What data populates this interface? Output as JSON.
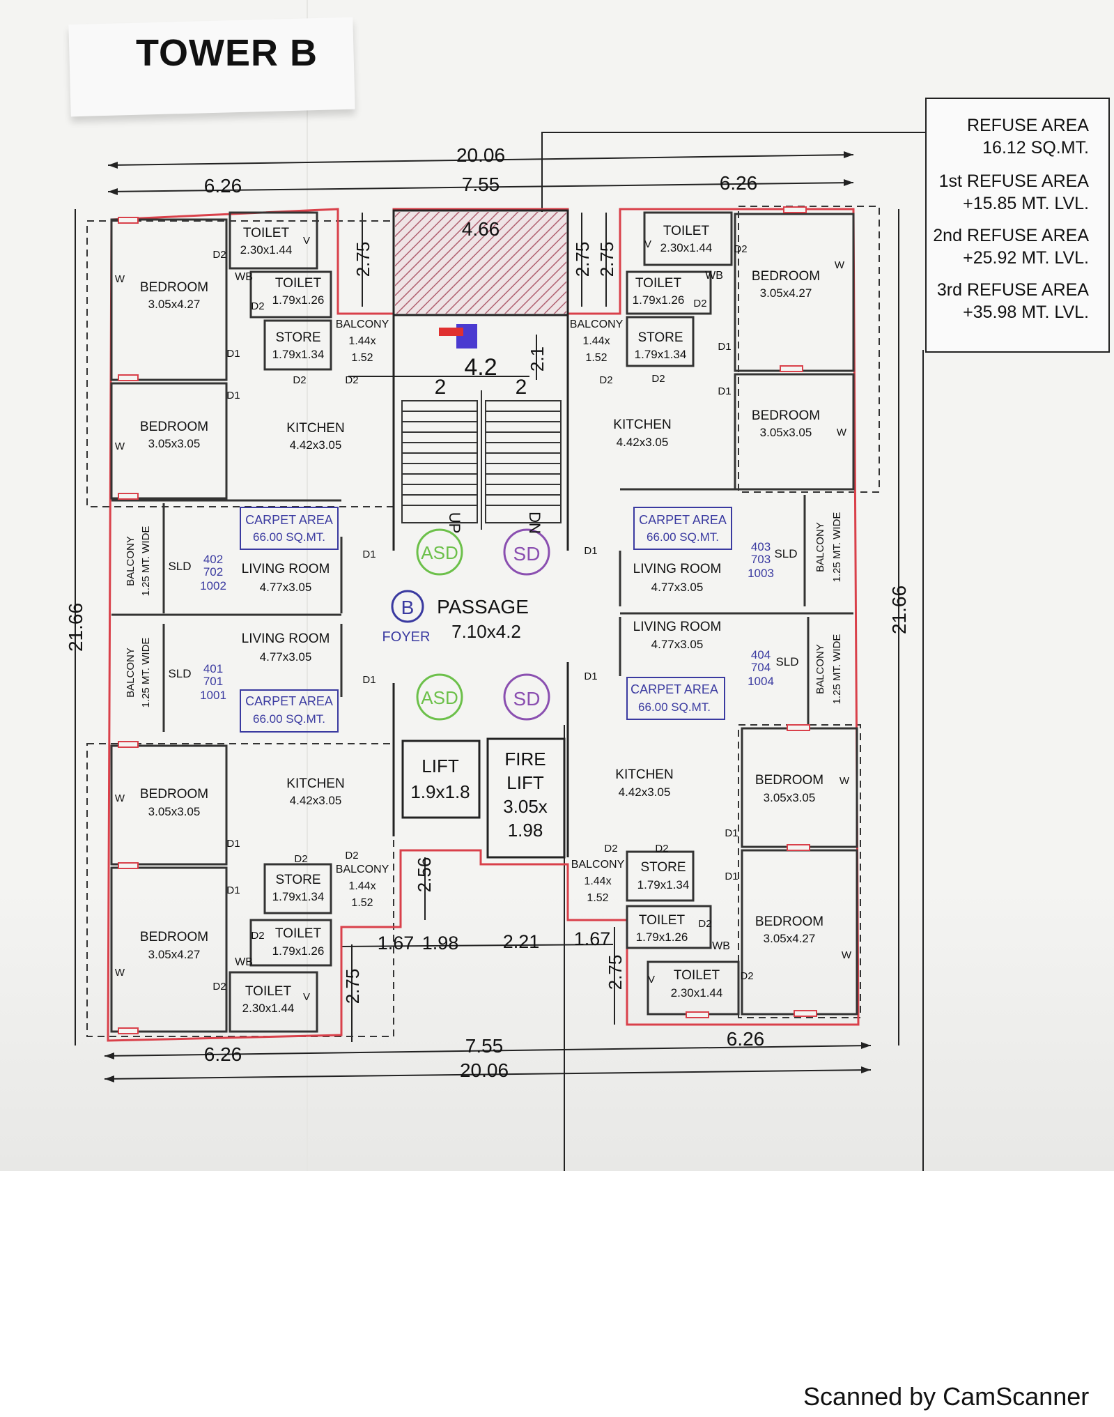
{
  "title": "TOWER B",
  "legend": {
    "rows": [
      {
        "line1": "REFUSE AREA",
        "line2": "16.12 SQ.MT."
      },
      {
        "line1": "1st REFUSE AREA",
        "line2": "+15.85 MT. LVL."
      },
      {
        "line1": "2nd REFUSE AREA",
        "line2": "+25.92 MT. LVL."
      },
      {
        "line1": "3rd REFUSE AREA",
        "line2": "+35.98 MT. LVL."
      }
    ]
  },
  "dimensions": {
    "overall_width": "20.06",
    "overall_depth": "21.66",
    "wing_width": "6.26",
    "core_width": "7.55",
    "refuse_width": "4.66",
    "offset": "2.75",
    "stair_total": "4.2",
    "stair_flight": "2",
    "stair_depth": "2.1",
    "lift_gap": "2.56",
    "bottom_seg_1": "1.67",
    "bottom_seg_2": "1.98",
    "bottom_seg_3": "2.21",
    "bottom_seg_4": "1.67"
  },
  "rooms": {
    "bedroom_label": "BEDROOM",
    "bedroom_large": "3.05x4.27",
    "bedroom_small": "3.05x3.05",
    "toilet_label": "TOILET",
    "toilet_large": "2.30x1.44",
    "toilet_small": "1.79x1.26",
    "store_label": "STORE",
    "store_size": "1.79x1.34",
    "balcony_label": "BALCONY",
    "balcony_size_1": "1.44x",
    "balcony_size_2": "1.52",
    "kitchen_label": "KITCHEN",
    "kitchen_size": "4.42x3.05",
    "living_label": "LIVING ROOM",
    "living_size": "4.77x3.05",
    "carpet_label": "CARPET AREA",
    "carpet_size": "66.00 SQ.MT.",
    "balcony_wide": "BALCONY",
    "balcony_wide_size": "1.25 MT. WIDE",
    "sld": "SLD",
    "wb": "WB",
    "w": "W",
    "v": "V",
    "d1": "D1",
    "d2": "D2",
    "passage_label": "PASSAGE",
    "passage_size": "7.10x4.2",
    "foyer": "FOYER",
    "tower_letter": "B",
    "asd": "ASD",
    "sd": "SD",
    "up": "UP",
    "dn": "DN",
    "lift_label": "LIFT",
    "lift_size": "1.9x1.8",
    "fire_lift_1": "FIRE",
    "fire_lift_2": "LIFT",
    "fire_lift_3": "3.05x",
    "fire_lift_4": "1.98"
  },
  "flats": {
    "tl": [
      "402",
      "702",
      "1002"
    ],
    "bl": [
      "401",
      "701",
      "1001"
    ],
    "tr": [
      "403",
      "703",
      "1003"
    ],
    "br": [
      "404",
      "704",
      "1004"
    ]
  },
  "footer": "Scanned by CamScanner",
  "colors": {
    "wall_red": "#d9404a",
    "ink": "#1a1a1a",
    "blue": "#3a3aa0",
    "green": "#6cc04a",
    "purple": "#8a4fb0"
  }
}
